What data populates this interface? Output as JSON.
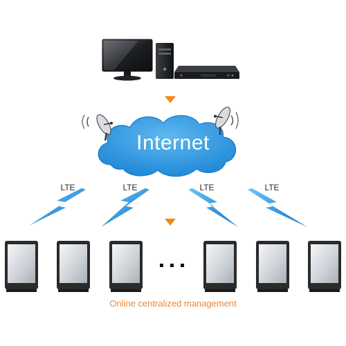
{
  "cloud": {
    "label": "Internet"
  },
  "links": [
    {
      "label": "LTE"
    },
    {
      "label": "LTE"
    },
    {
      "label": "LTE"
    },
    {
      "label": "LTE"
    }
  ],
  "caption": "Online centralized management",
  "colors": {
    "cloud": "#3aa2e6",
    "cloud_dark": "#1e7fcf",
    "lightning": "#1f8fe0",
    "arrow": "#f08a1c",
    "caption": "#e8883a",
    "device_frame": "#2b2b2b"
  },
  "icons": {
    "computer": "desktop-computer-icon",
    "set_top_box": "set-top-box-icon",
    "antenna": "satellite-dish-icon",
    "lightning": "lightning-bolt-icon",
    "display": "digital-signage-display-icon",
    "ellipsis": "ellipsis"
  }
}
